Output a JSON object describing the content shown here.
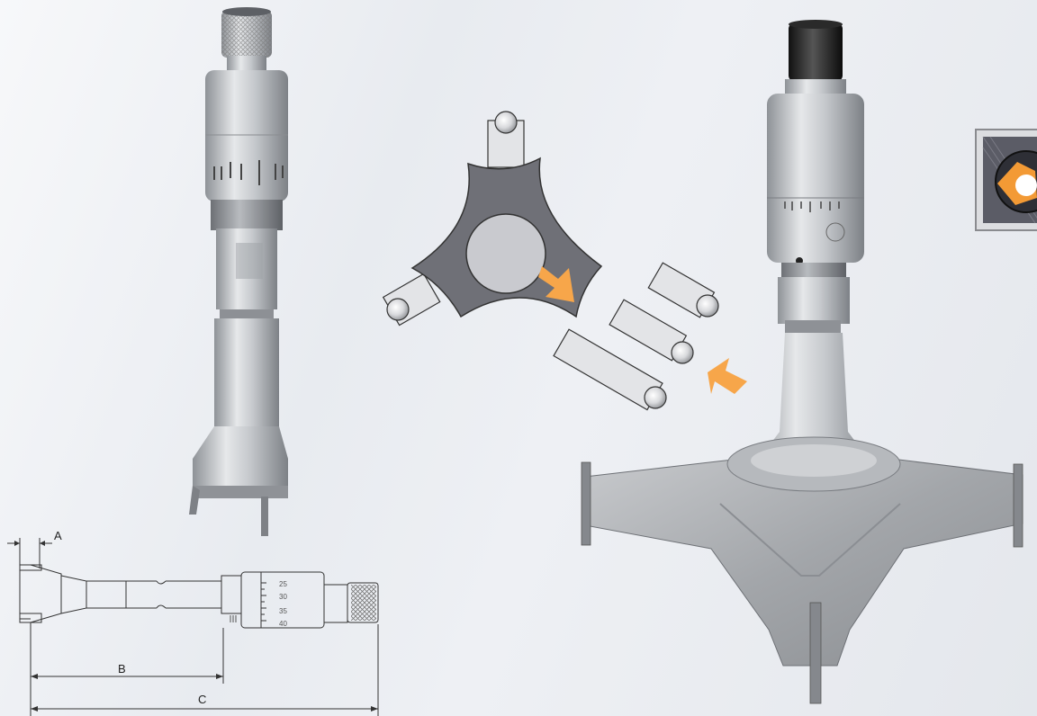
{
  "dimensions": {
    "a_label": "A",
    "b_label": "B",
    "c_label": "C",
    "scale_ticks": [
      "25",
      "30",
      "35",
      "40"
    ]
  },
  "colors": {
    "accent_arrow": "#f7a64a",
    "anvil_body": "#6f7077",
    "metal": "#b9bcc1",
    "badge_orange": "#f39a35"
  },
  "icons": {
    "badge": "three-point-anvil-icon"
  }
}
